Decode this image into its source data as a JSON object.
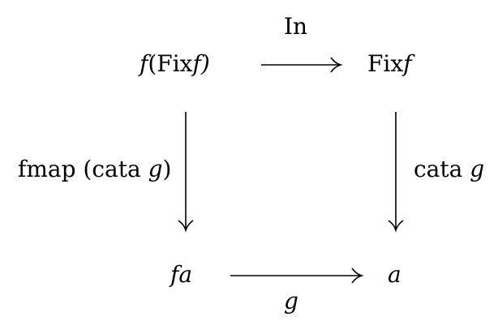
{
  "nodes": {
    "top_left": {
      "pre": "f",
      "mid": "(Fix",
      "post": "f)"
    },
    "top_right": {
      "pre": "Fix",
      "post": "f"
    },
    "bottom_left": "fa",
    "bottom_right": "a"
  },
  "arrows": {
    "top": "In",
    "bottom": "g",
    "left": {
      "text": "fmap (cata ",
      "var": "g",
      "close": ")"
    },
    "right": {
      "text": "cata ",
      "var": "g"
    }
  }
}
